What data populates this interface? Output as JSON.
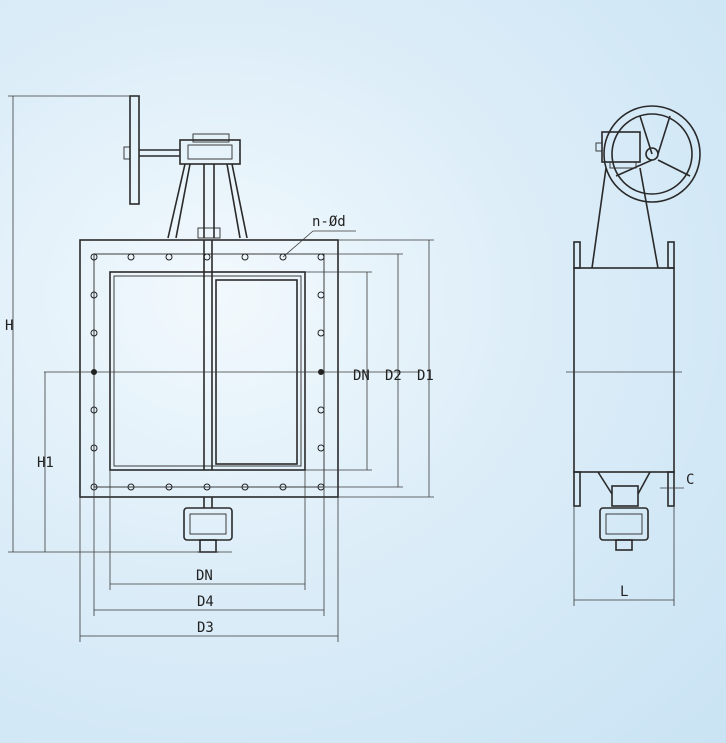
{
  "labels": {
    "H": "H",
    "H1": "H1",
    "DN_right": "DN",
    "D2": "D2",
    "D1": "D1",
    "DN_bottom": "DN",
    "D4": "D4",
    "D3": "D3",
    "bolt_holes": "n-Ød",
    "C": "C",
    "L": "L"
  }
}
